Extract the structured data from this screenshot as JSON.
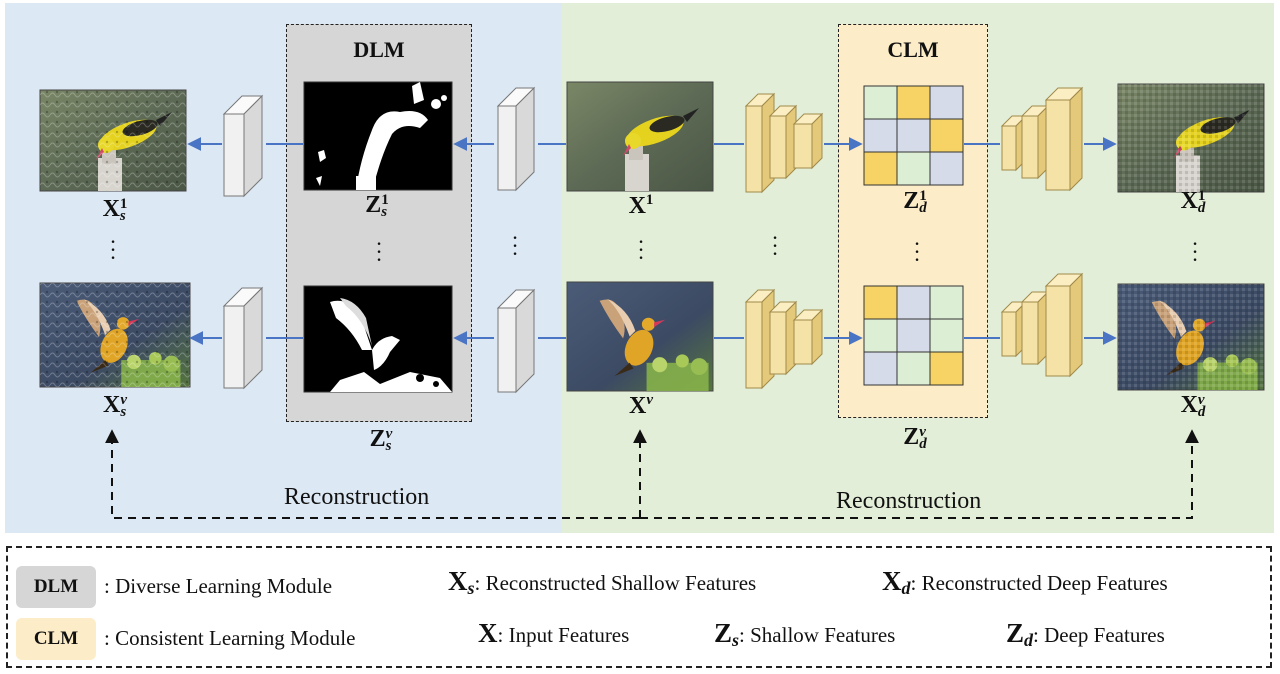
{
  "diagram": {
    "dlm_title": "DLM",
    "clm_title": "CLM",
    "labels": {
      "xs1_base": "X",
      "xs1_sup": "1",
      "xs1_sub": "s",
      "xsv_base": "X",
      "xsv_sup": "v",
      "xsv_sub": "s",
      "zs1_base": "Z",
      "zs1_sup": "1",
      "zs1_sub": "s",
      "zsv_base": "Z",
      "zsv_sup": "v",
      "zsv_sub": "s",
      "x1_base": "X",
      "x1_sup": "1",
      "xv_base": "X",
      "xv_sup": "v",
      "zd1_base": "Z",
      "zd1_sup": "1",
      "zd1_sub": "d",
      "zdv_base": "Z",
      "zdv_sup": "v",
      "zdv_sub": "d",
      "xd1_base": "X",
      "xd1_sup": "1",
      "xd1_sub": "d",
      "xdv_base": "X",
      "xdv_sup": "v",
      "xdv_sub": "d"
    },
    "reconstruction_left": "Reconstruction",
    "reconstruction_right": "Reconstruction",
    "colors": {
      "left_bg": "#dce8f4",
      "right_bg": "#e3eed8",
      "dlm_bg": "#d6d6d6",
      "clm_bg": "#fcecc8",
      "arrow": "#4a74c4",
      "conv_fill": "#f5e2a7",
      "grid_yellow": "#f7d366",
      "grid_blue": "#d5dbe8",
      "grid_green": "#dcefd4"
    }
  },
  "legend": {
    "dlm_tag": "DLM",
    "dlm_desc": ": Diverse Learning Module",
    "clm_tag": "CLM",
    "clm_desc": ": Consistent Learning Module",
    "xs_base": "X",
    "xs_sub": "s",
    "xs_desc": ": Reconstructed Shallow Features",
    "xd_base": "X",
    "xd_sub": "d",
    "xd_desc": ": Reconstructed Deep Features",
    "x_base": "X",
    "x_desc": ": Input Features",
    "zs_base": "Z",
    "zs_sub": "s",
    "zs_desc": ": Shallow Features",
    "zd_base": "Z",
    "zd_sub": "d",
    "zd_desc": ": Deep Features"
  }
}
